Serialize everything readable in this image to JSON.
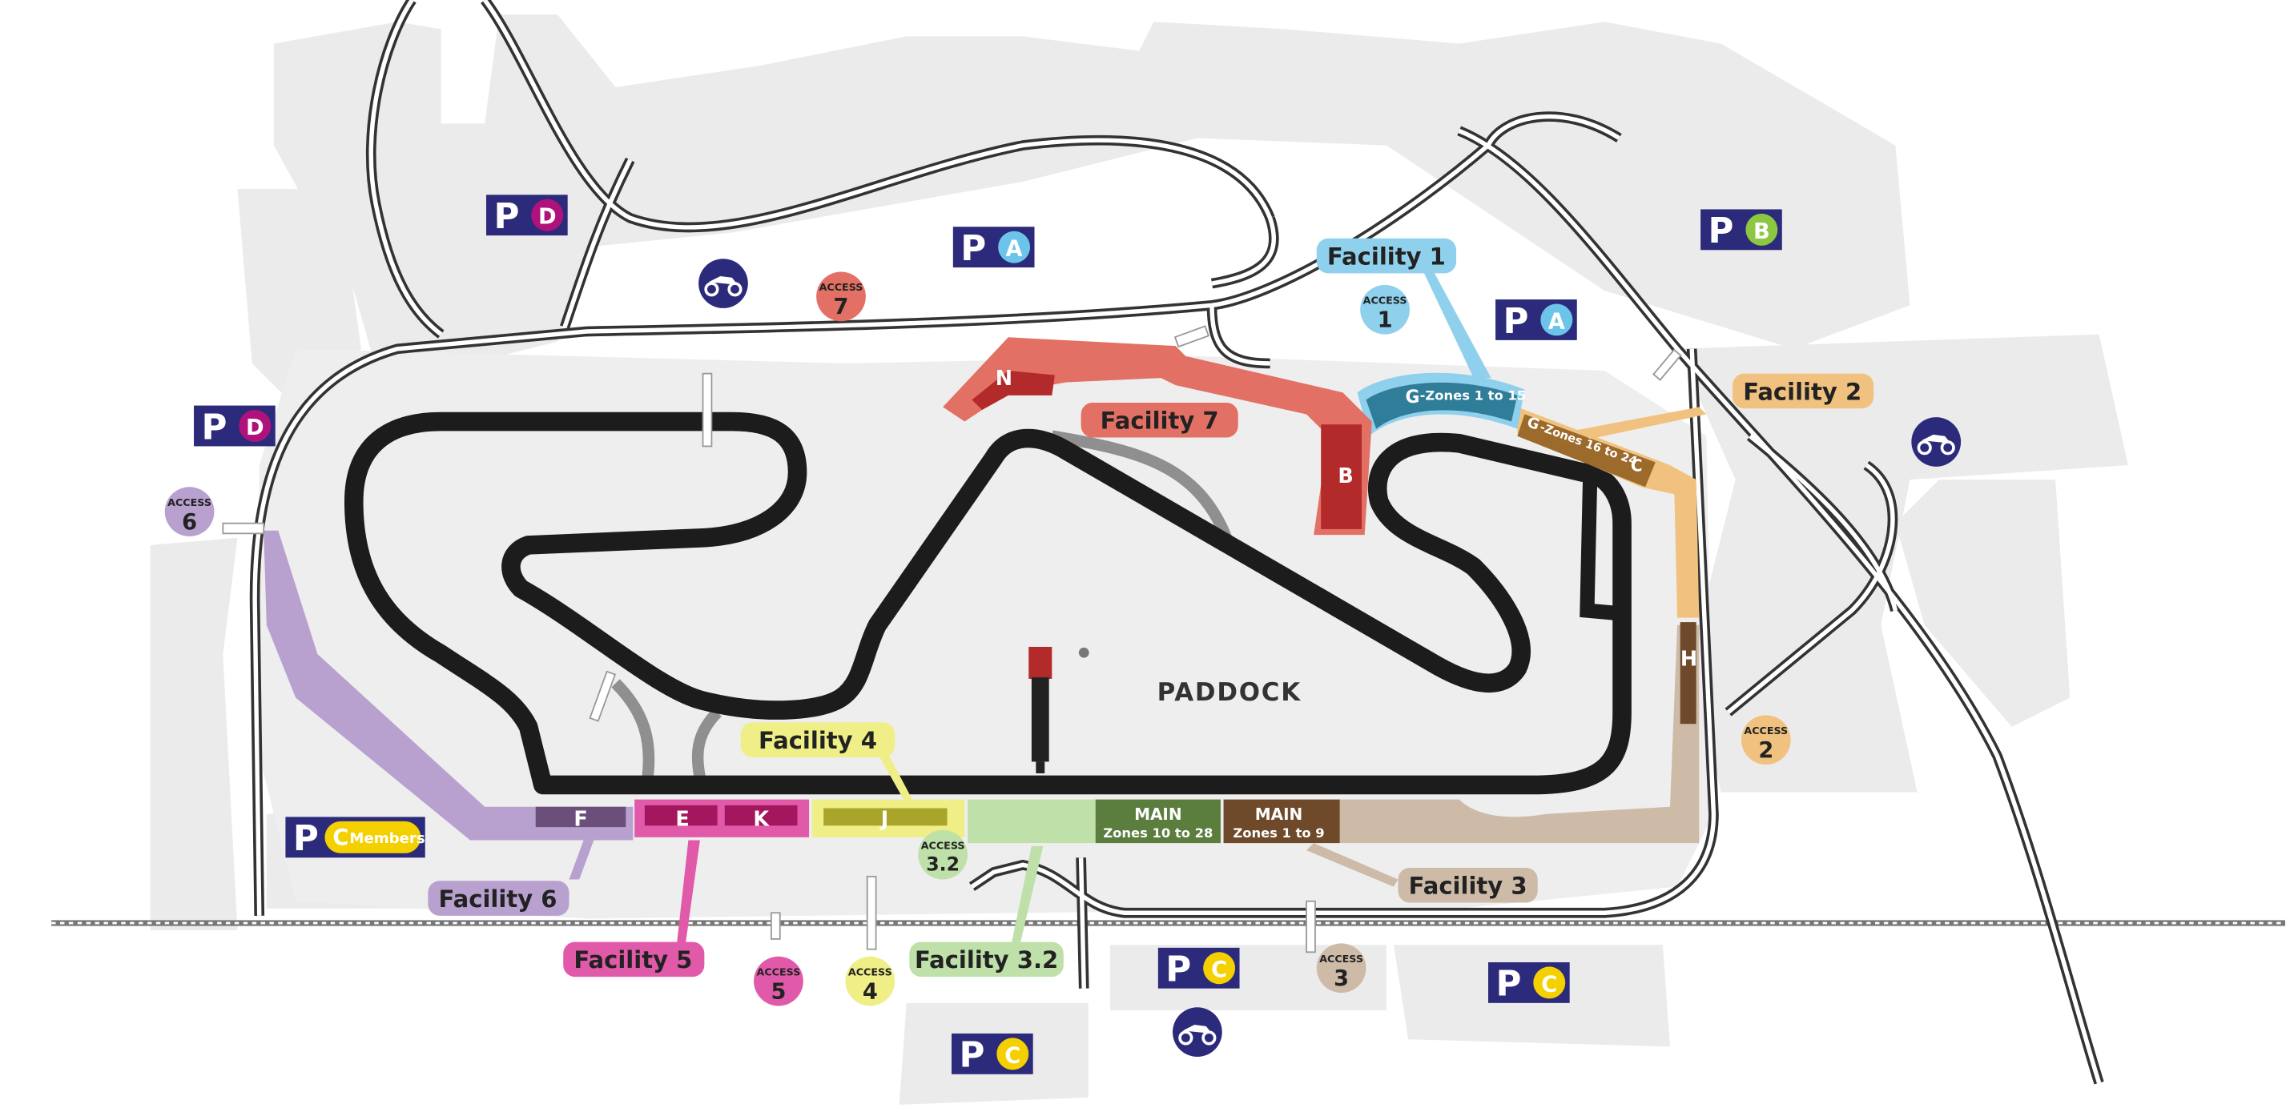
{
  "map": {
    "paddock_label": "PADDOCK",
    "facilities": [
      {
        "id": "f1",
        "label": "Facility 1",
        "color": "#8fd0ec"
      },
      {
        "id": "f2",
        "label": "Facility 2",
        "color": "#f1c27f"
      },
      {
        "id": "f3",
        "label": "Facility 3",
        "color": "#cdbba8"
      },
      {
        "id": "f32",
        "label": "Facility 3.2",
        "color": "#bfe0a9"
      },
      {
        "id": "f4",
        "label": "Facility 4",
        "color": "#efee87"
      },
      {
        "id": "f5",
        "label": "Facility 5",
        "color": "#e15aa9"
      },
      {
        "id": "f6",
        "label": "Facility 6",
        "color": "#b8a0cf"
      },
      {
        "id": "f7",
        "label": "Facility 7",
        "color": "#e37065"
      }
    ],
    "grandstands": {
      "g1": {
        "line1": "G",
        "line2": "-Zones 1 to 15"
      },
      "g2": {
        "line1": "G",
        "line2": "-Zones 16 to 24"
      },
      "c": "C",
      "b": "B",
      "n": "N",
      "h": "H",
      "f": "F",
      "e": "E",
      "k": "K",
      "j": "J",
      "main1": {
        "title": "MAIN",
        "sub": "Zones 10 to 28"
      },
      "main2": {
        "title": "MAIN",
        "sub": "Zones 1 to 9"
      }
    },
    "access": [
      {
        "id": "a1",
        "word": "ACCESS",
        "num": "1",
        "color": "#8fd0ec"
      },
      {
        "id": "a2",
        "word": "ACCESS",
        "num": "2",
        "color": "#f1c27f"
      },
      {
        "id": "a3",
        "word": "ACCESS",
        "num": "3",
        "color": "#cdbba8"
      },
      {
        "id": "a32",
        "word": "ACCESS",
        "num": "3.2",
        "color": "#bfe0a9"
      },
      {
        "id": "a4",
        "word": "ACCESS",
        "num": "4",
        "color": "#efee87"
      },
      {
        "id": "a5",
        "word": "ACCESS",
        "num": "5",
        "color": "#e15aa9"
      },
      {
        "id": "a6",
        "word": "ACCESS",
        "num": "6",
        "color": "#b8a0cf"
      },
      {
        "id": "a7",
        "word": "ACCESS",
        "num": "7",
        "color": "#e37065"
      }
    ],
    "parking": [
      {
        "id": "pd1",
        "p": "P",
        "letter": "D",
        "color": "#b0127d"
      },
      {
        "id": "pd2",
        "p": "P",
        "letter": "D",
        "color": "#b0127d"
      },
      {
        "id": "pa1",
        "p": "P",
        "letter": "A",
        "color": "#6cc4ea"
      },
      {
        "id": "pa2",
        "p": "P",
        "letter": "A",
        "color": "#6cc4ea"
      },
      {
        "id": "pb",
        "p": "P",
        "letter": "B",
        "color": "#8dc63f"
      },
      {
        "id": "pc1",
        "p": "P",
        "letter": "C",
        "color": "#f5d000"
      },
      {
        "id": "pc2",
        "p": "P",
        "letter": "C",
        "color": "#f5d000"
      },
      {
        "id": "pc3",
        "p": "P",
        "letter": "C",
        "color": "#f5d000"
      },
      {
        "id": "pcm",
        "p": "P",
        "letter": "C",
        "extra": "Members",
        "color": "#f5d000"
      }
    ],
    "colors": {
      "parking_bg": "#2c2a7a",
      "track": "#1c1c1c",
      "ground": "#ebebeb"
    },
    "icons": [
      "motorbike-parking-icon",
      "podium-tower-icon"
    ]
  }
}
